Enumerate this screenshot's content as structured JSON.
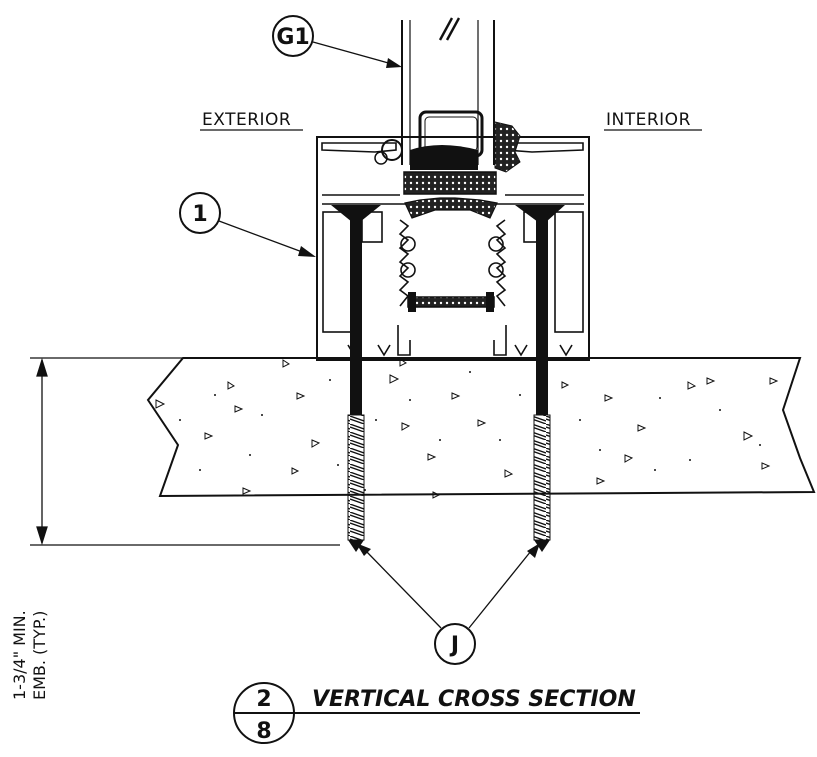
{
  "labels": {
    "exterior": "EXTERIOR",
    "interior": "INTERIOR"
  },
  "tags": {
    "glass": "G1",
    "frame": "1",
    "anchor": "J"
  },
  "dimension": {
    "line1": "1-3/4\" MIN.",
    "line2": "EMB. (TYP.)"
  },
  "section": {
    "number": "2",
    "sheet": "8",
    "title": "VERTICAL CROSS SECTION"
  }
}
